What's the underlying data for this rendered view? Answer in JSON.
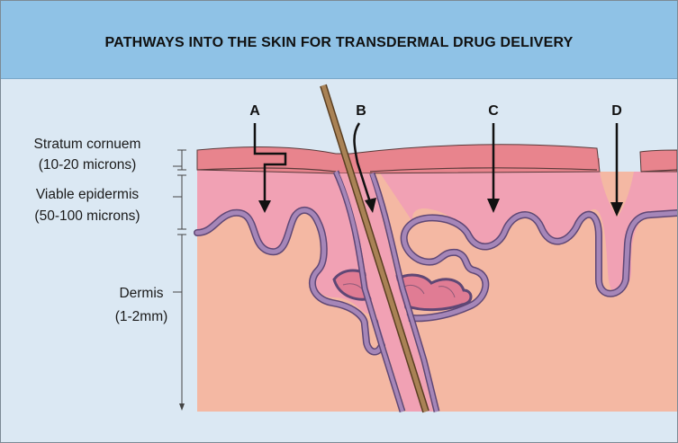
{
  "title": "PATHWAYS INTO THE SKIN FOR TRANSDERMAL DRUG DELIVERY",
  "layers": {
    "stratum": {
      "name": "Stratum cornuem",
      "size": "(10-20 microns)"
    },
    "epidermis": {
      "name": "Viable epidermis",
      "size": "(50-100 microns)"
    },
    "dermis": {
      "name": "Dermis",
      "size": "(1-2mm)"
    }
  },
  "pathways": {
    "a": "A",
    "b": "B",
    "c": "C",
    "d": "D"
  },
  "colors": {
    "header": "#8fc2e6",
    "background": "#dbe8f3",
    "stratum": "#e8848d",
    "epidermis": "#f1a1b4",
    "dermis": "#f4b8a3",
    "basement": "#a586b8",
    "hair": "#9c7a4a"
  }
}
